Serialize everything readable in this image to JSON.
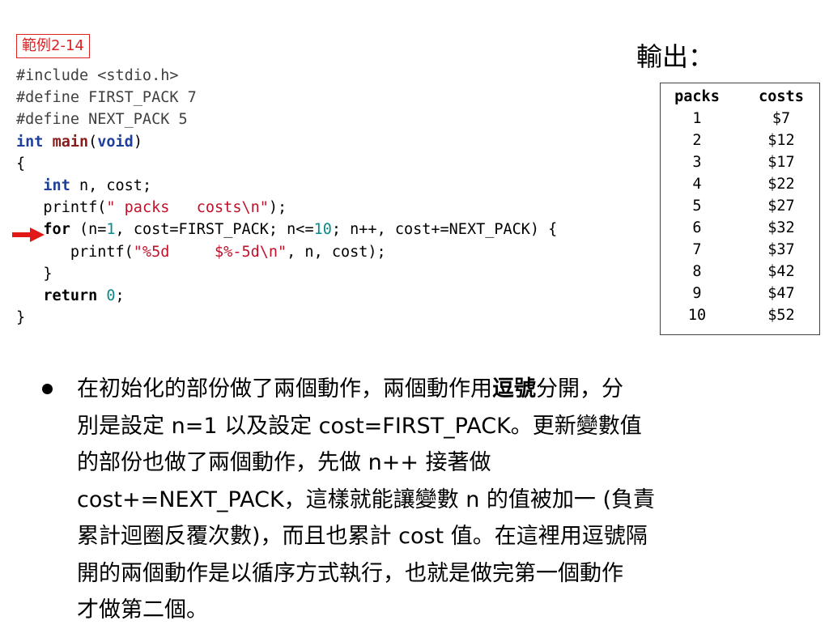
{
  "example_label": "範例2-14",
  "output_title": "輸出：",
  "code_lines": [
    [
      [
        "pp",
        "#include <stdio.h>"
      ]
    ],
    [
      [
        "pp",
        "#define FIRST_PACK 7"
      ]
    ],
    [
      [
        "pp",
        "#define NEXT_PACK 5"
      ]
    ],
    [
      [
        "kw",
        "int"
      ],
      [
        "",
        ""
      ],
      [
        "",
        " "
      ],
      [
        "fn",
        "main"
      ],
      [
        "",
        "("
      ],
      [
        "kw",
        "void"
      ],
      [
        "",
        ")"
      ]
    ],
    [
      [
        "",
        "{"
      ]
    ],
    [
      [
        "",
        "   "
      ],
      [
        "kw",
        "int"
      ],
      [
        "",
        " n, cost;"
      ]
    ],
    [
      [
        "",
        "   printf("
      ],
      [
        "str",
        "\" packs   costs\\n\""
      ],
      [
        "",
        ");"
      ]
    ],
    [
      [
        "",
        "   "
      ],
      [
        "kwb",
        "for"
      ],
      [
        "",
        " (n="
      ],
      [
        "num",
        "1"
      ],
      [
        "",
        ", cost=FIRST_PACK; n<="
      ],
      [
        "num",
        "10"
      ],
      [
        "",
        "; n++, cost+=NEXT_PACK) {"
      ]
    ],
    [
      [
        "",
        "      printf("
      ],
      [
        "str",
        "\"%5d     $%-5d\\n\""
      ],
      [
        "",
        ", n, cost);"
      ]
    ],
    [
      [
        "",
        "   }"
      ]
    ],
    [
      [
        "",
        "   "
      ],
      [
        "kwb",
        "return"
      ],
      [
        "",
        " "
      ],
      [
        "num",
        "0"
      ],
      [
        "",
        ";"
      ]
    ],
    [
      [
        "",
        "}"
      ]
    ]
  ],
  "output_table": {
    "headers": [
      "packs",
      "costs"
    ],
    "rows": [
      [
        "1",
        "$7"
      ],
      [
        "2",
        "$12"
      ],
      [
        "3",
        "$17"
      ],
      [
        "4",
        "$22"
      ],
      [
        "5",
        "$27"
      ],
      [
        "6",
        "$32"
      ],
      [
        "7",
        "$37"
      ],
      [
        "8",
        "$42"
      ],
      [
        "9",
        "$47"
      ],
      [
        "10",
        "$52"
      ]
    ]
  },
  "bullet_lines": [
    [
      [
        "",
        "在初始化的部份做了兩個動作，兩個動作用"
      ],
      [
        "b",
        "逗號"
      ],
      [
        "",
        "分開，分"
      ]
    ],
    [
      [
        "",
        "別是設定 n=1 以及設定 cost=FIRST_PACK。更新變數值"
      ]
    ],
    [
      [
        "",
        "的部份也做了兩個動作，先做 n++ 接著做"
      ]
    ],
    [
      [
        "",
        "cost+=NEXT_PACK，這樣就能讓變數 n 的值被加一 (負責"
      ]
    ],
    [
      [
        "",
        "累計迴圈反覆次數)，而且也累計 cost 值。在這裡用逗號隔"
      ]
    ],
    [
      [
        "",
        "開的兩個動作是以循序方式執行，也就是做完第一個動作"
      ]
    ],
    [
      [
        "",
        "才做第二個。"
      ]
    ]
  ],
  "colors": {
    "label_red": "#dd2222",
    "arrow_red": "#e01818",
    "keyword_blue": "#1f3f9c"
  }
}
